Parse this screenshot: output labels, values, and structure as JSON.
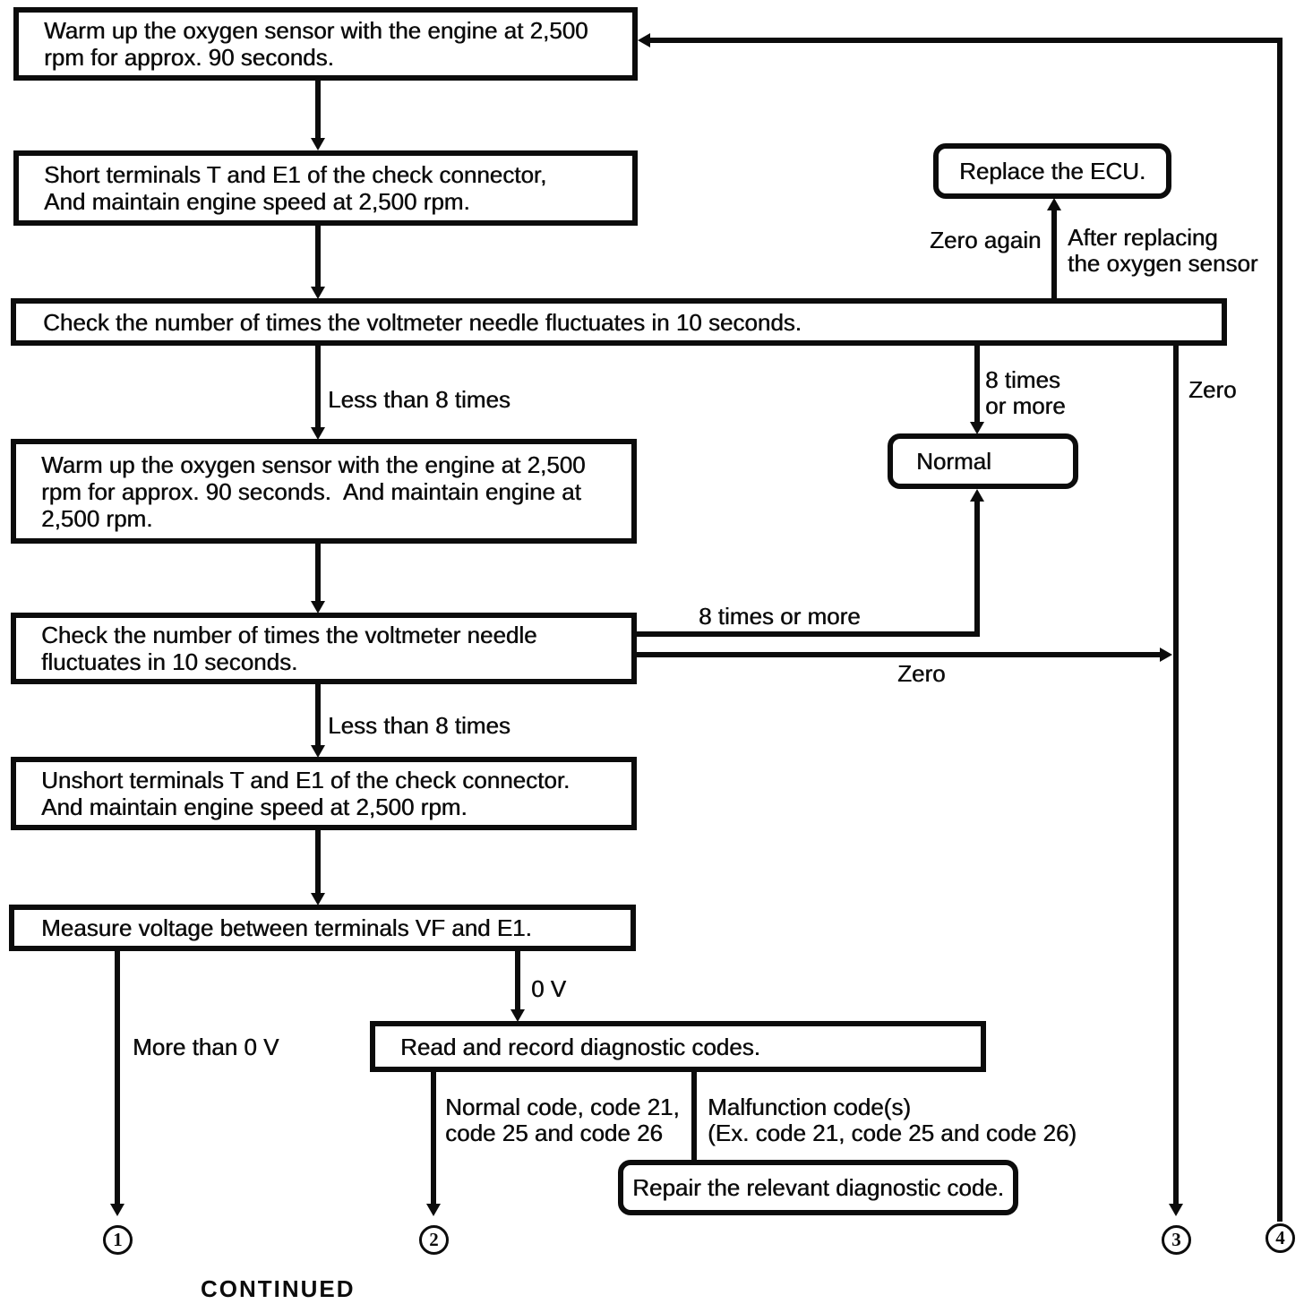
{
  "diagram": {
    "title": "Oxygen sensor diagnostic flowchart",
    "colors": {
      "ink": "#0c0c0c",
      "paper": "#ffffff"
    },
    "boxes": {
      "warm_up_1": "Warm up the oxygen sensor with the engine at 2,500\nrpm for approx. 90 seconds.",
      "short_terminals": "Short terminals T and E1 of the check connector,\nAnd maintain engine speed at 2,500 rpm.",
      "check_fluctuations_1": "Check the number of times the voltmeter needle fluctuates in 10 seconds.",
      "replace_ecu": "Replace the ECU.",
      "warm_up_2": "Warm up the oxygen sensor with the engine at 2,500\nrpm for approx. 90 seconds.  And maintain engine at\n2,500 rpm.",
      "normal": "Normal",
      "check_fluctuations_2": "Check the number of times the voltmeter needle\nfluctuates in 10 seconds.",
      "unshort_terminals": "Unshort terminals T and E1 of the check connector.\nAnd maintain engine speed at 2,500 rpm.",
      "measure_voltage": "Measure voltage between terminals VF and E1.",
      "read_codes": "Read and record diagnostic codes.",
      "repair_code": "Repair the relevant diagnostic code."
    },
    "labels": {
      "less_than_8_a": "Less than 8 times",
      "less_than_8_b": "Less than 8 times",
      "zero_again": "Zero again",
      "after_replacing": "After replacing\nthe oxygen sensor",
      "eight_times_stacked": "8 times\nor more",
      "zero_top": "Zero",
      "eight_times_or_more": "8 times or more",
      "zero_mid": "Zero",
      "zero_v": "0 V",
      "more_than_0v": "More than 0 V",
      "normal_codes": "Normal code, code 21,\ncode 25 and code 26",
      "malfunction_codes": "Malfunction code(s)\n(Ex. code 21, code 25 and code 26)"
    },
    "connectors": {
      "c1": "1",
      "c2": "2",
      "c3": "3",
      "c4": "4"
    },
    "footer": {
      "continued": "CONTINUED"
    }
  }
}
